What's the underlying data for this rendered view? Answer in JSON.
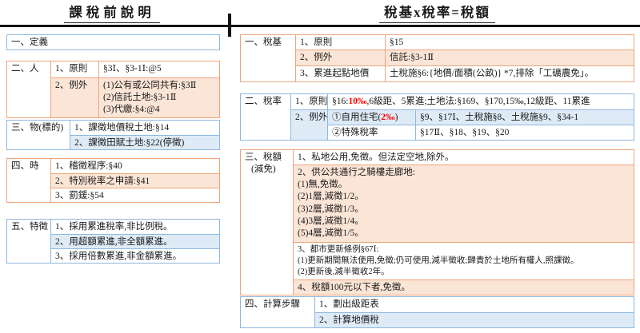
{
  "colors": {
    "orange_border": "#EDA47C",
    "orange_fill": "#FBE5D6",
    "blue_border": "#8FB8DE",
    "blue_fill": "#DEEBF7",
    "highlight_red": "#FF0000"
  },
  "titles": {
    "left": "課稅前說明",
    "right": "稅基x稅率=稅額"
  },
  "left": {
    "definition": {
      "label": "一、定義"
    },
    "person": {
      "label": "二、人",
      "principle_key": "1、原則",
      "principle_val": "§3Ⅰ、§3-1Ⅰ:@5",
      "exception_key": "2、例外",
      "exception_lines": [
        "(1)公有或公同共有:§3Ⅱ",
        "(2)信託土地:§3-1Ⅱ",
        "(3)代繳:§4:@4"
      ]
    },
    "object": {
      "label": "三、物(標的)",
      "rows": [
        "1、課徵地價稅土地:§14",
        "2、課徵田賦土地:§22(停徵)"
      ]
    },
    "time": {
      "label": "四、時",
      "rows": [
        "1、稽徵程序:§40",
        "2、特別稅率之申請:§41",
        "3、罰鍰:§54"
      ]
    },
    "features": {
      "label": "五、特徵",
      "rows": [
        "1、採用累進稅率,非比例稅。",
        "2、用超額累進,非全額累進。",
        "3、採用倍數累進,非金額累進。"
      ]
    }
  },
  "right": {
    "base": {
      "label": "一、稅基",
      "row1_key": "1、原則",
      "row1_val": "§15",
      "row2_key": "2、例外",
      "row2_val": "信託:§3-1Ⅱ",
      "row3_key": "3、累進起點地價",
      "row3_val": "土稅施§6:{地價/面積(公畝)} *7,排除「工礦農免」。"
    },
    "rate": {
      "label": "二、稅率",
      "principle_key": "1、原則",
      "principle_pre": "§16:",
      "principle_red": "10‰",
      "principle_post": ",6級距、5累進;土地法:§169、§170,15‰,12級距、11累進",
      "exception_key": "2、例外",
      "self_use_pre": "①自用住宅(",
      "self_use_red": "2‰",
      "self_use_post": ")",
      "self_use_refs": "§9、§17Ⅰ、土稅施§8、土稅施§9、§34-1",
      "special_key": "②特殊稅率",
      "special_refs": "§17Ⅱ、§18、§19、§20"
    },
    "amount": {
      "label_line1": "三、稅額",
      "label_line2": "(減免)",
      "row1": "1、私地公用,免徵。但法定空地,除外。",
      "row2_lines": [
        "2、供公共通行之騎樓走廊地:",
        "(1)無,免徵。",
        "(2)1層,減徵1/2。",
        "(3)2層,減徵1/3。",
        "(4)3層,減徵1/4。",
        "(5)4層,減徵1/5。"
      ],
      "row3_lines": [
        "3、都市更新條例§67Ⅰ:",
        "(1)更新期間無法使用,免徵;仍可使用,減半徵收;歸責於土地所有權人,照課徵。",
        "(2)更新後,減半徵收2年。"
      ],
      "row4": "4、稅額100元以下者,免徵。"
    },
    "steps": {
      "label": "四、計算步驟",
      "rows": [
        "1、劃出級距表",
        "2、計算地價稅"
      ]
    }
  }
}
